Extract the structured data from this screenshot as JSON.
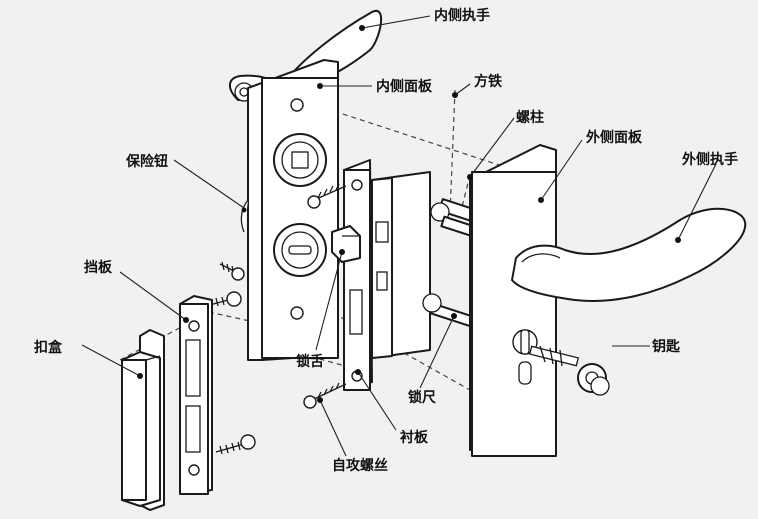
{
  "labels": {
    "inner_handle": "内侧执手",
    "inner_panel": "内侧面板",
    "square_iron": "方铁",
    "screw_post": "螺柱",
    "outer_panel": "外侧面板",
    "outer_handle": "外侧执手",
    "safety_button": "保险钮",
    "stop_plate": "挡板",
    "strike_box": "扣盒",
    "latch_tongue": "锁舌",
    "key": "钥匙",
    "lock_cylinder": "锁尺",
    "backing_plate": "衬板",
    "tapping_screw": "自攻螺丝"
  }
}
